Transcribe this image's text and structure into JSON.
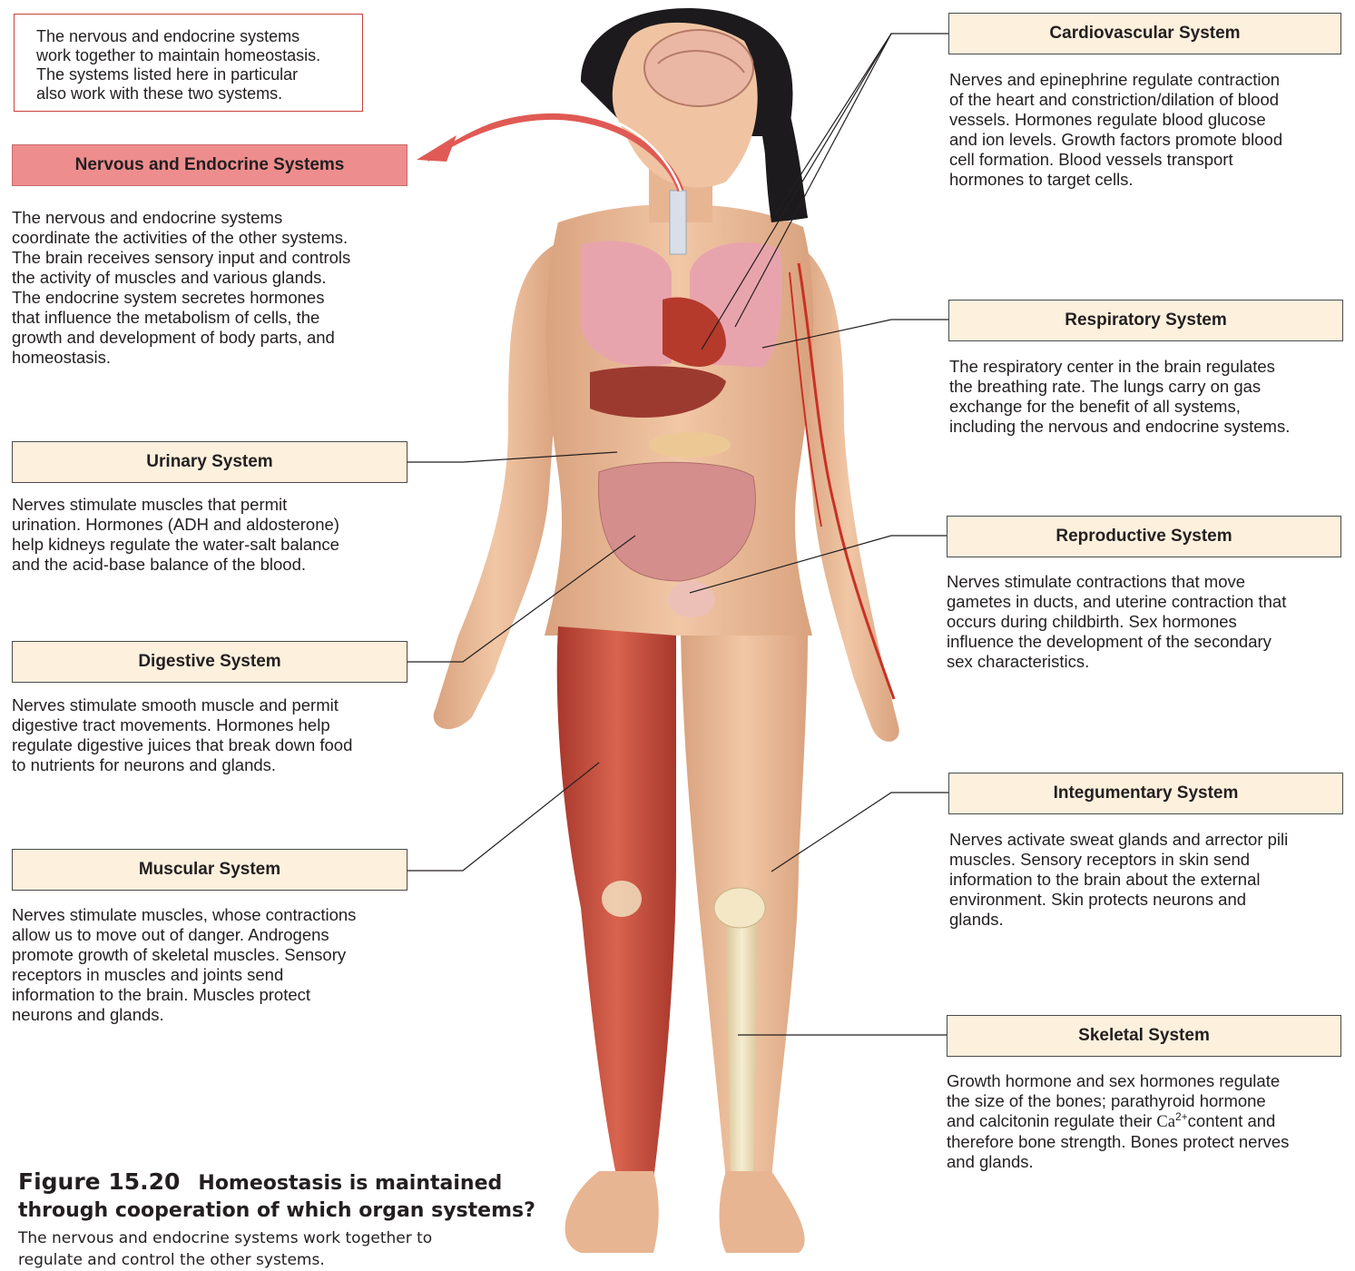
{
  "intro": {
    "lines": [
      "The nervous and endocrine systems",
      "work together to maintain homeostasis.",
      "The systems listed here in particular",
      "also work with these two systems."
    ]
  },
  "left_systems": [
    {
      "title": "Nervous and Endocrine Systems",
      "lines": [
        "The nervous and endocrine systems",
        "coordinate the activities of the other systems.",
        "The brain receives sensory input and controls",
        "the activity of muscles and various glands.",
        "The endocrine system secretes hormones",
        "that influence the metabolism of cells, the",
        "growth and development of body parts, and",
        "homeostasis."
      ]
    },
    {
      "title": "Urinary System",
      "lines": [
        "Nerves stimulate muscles that permit",
        "urination. Hormones (ADH and aldosterone)",
        "help kidneys regulate the water-salt balance",
        "and the acid-base balance of the blood."
      ]
    },
    {
      "title": "Digestive System",
      "lines": [
        "Nerves stimulate smooth muscle and permit",
        "digestive tract movements. Hormones help",
        "regulate digestive juices that break down food",
        "to nutrients for neurons and glands."
      ]
    },
    {
      "title": "Muscular System",
      "lines": [
        "Nerves stimulate muscles, whose contractions",
        "allow us to move out of danger. Androgens",
        "promote growth of skeletal muscles. Sensory",
        "receptors in muscles and joints send",
        "information to the brain. Muscles protect",
        "neurons and glands."
      ]
    }
  ],
  "right_systems": [
    {
      "title": "Cardiovascular System",
      "lines": [
        "Nerves and epinephrine regulate contraction",
        "of the heart and constriction/dilation of blood",
        "vessels. Hormones regulate blood glucose",
        "and ion levels. Growth factors promote blood",
        "cell formation. Blood vessels transport",
        "hormones to target cells."
      ]
    },
    {
      "title": "Respiratory System",
      "lines": [
        "The respiratory center in the brain regulates",
        "the breathing rate. The lungs carry on gas",
        "exchange for the benefit of all systems,",
        "including the nervous and endocrine systems."
      ]
    },
    {
      "title": "Reproductive System",
      "lines": [
        "Nerves stimulate contractions that move",
        "gametes in ducts, and uterine contraction that",
        "occurs during childbirth. Sex hormones",
        "influence the development of the secondary",
        "sex characteristics."
      ]
    },
    {
      "title": "Integumentary System",
      "lines": [
        "Nerves activate sweat glands and arrector pili",
        "muscles. Sensory receptors in skin send",
        "information to the brain about the external",
        "environment. Skin protects neurons and",
        "glands."
      ]
    },
    {
      "title": "Skeletal System",
      "lines": [
        "Growth hormone and sex hormones regulate",
        "the size of the bones; parathyroid hormone"
      ],
      "line3_pre": "and calcitonin regulate their ",
      "line3_ca": "Ca",
      "line3_sup": "2+",
      "line3_post": "content and",
      "lines_after": [
        "therefore bone strength. Bones protect nerves",
        "and glands."
      ]
    }
  ],
  "caption": {
    "number": "Figure 15.20",
    "title_line1": "Homeostasis is maintained",
    "title_line2": "through cooperation of which organ systems?",
    "text": "The nervous and endocrine systems work together to",
    "text2": "regulate and control the other systems."
  },
  "colors": {
    "header_fill": "#fdf0dd",
    "nervous_header_fill": "#ee8d8d",
    "intro_border": "#c8403b",
    "arrow": "#e05a55"
  }
}
